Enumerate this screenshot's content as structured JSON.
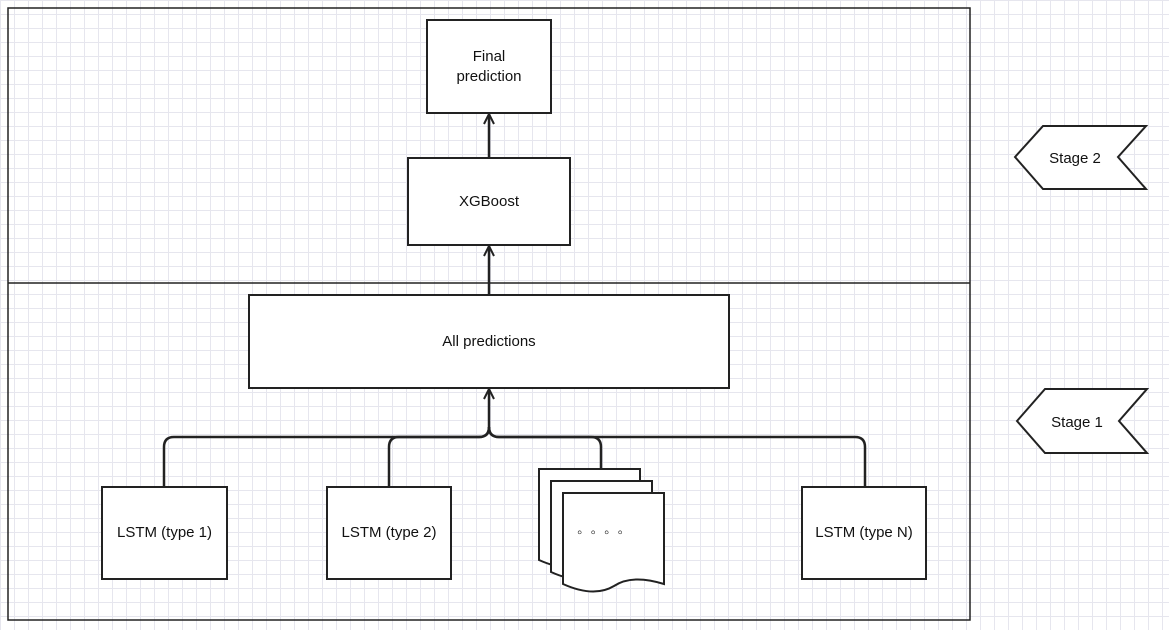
{
  "diagram": {
    "nodes": {
      "final": "Final\nprediction",
      "xgboost": "XGBoost",
      "all_predictions": "All predictions",
      "lstm1": "LSTM (type 1)",
      "lstm2": "LSTM (type 2)",
      "lstmN": "LSTM (type N)",
      "ellipsis": "◦ ◦ ◦ ◦"
    },
    "stages": {
      "stage2": "Stage 2",
      "stage1": "Stage 1"
    },
    "edges": [
      {
        "from": "xgboost",
        "to": "final"
      },
      {
        "from": "all_predictions",
        "to": "xgboost"
      },
      {
        "from": "lstm1",
        "to": "all_predictions"
      },
      {
        "from": "lstm2",
        "to": "all_predictions"
      },
      {
        "from": "ellipsis",
        "to": "all_predictions"
      },
      {
        "from": "lstmN",
        "to": "all_predictions"
      }
    ]
  }
}
